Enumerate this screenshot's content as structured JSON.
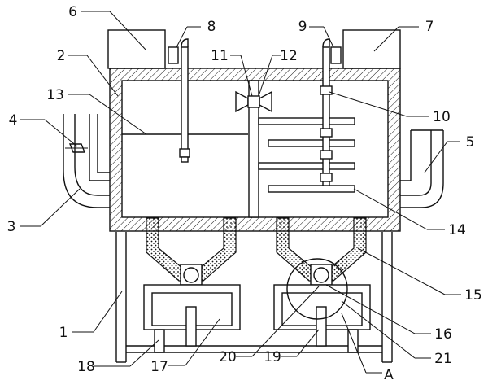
{
  "figure": {
    "callouts": [
      "1",
      "2",
      "3",
      "4",
      "5",
      "6",
      "7",
      "8",
      "9",
      "10",
      "11",
      "12",
      "13",
      "14",
      "15",
      "16",
      "17",
      "18",
      "19",
      "20",
      "21",
      "A"
    ]
  }
}
